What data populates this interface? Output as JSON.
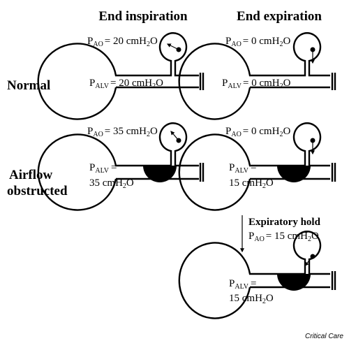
{
  "headers": {
    "inspiration": "End inspiration",
    "expiration": "End expiration"
  },
  "rows": {
    "normal": "Normal",
    "obstructed_1": "Airflow",
    "obstructed_2": "obstructed"
  },
  "pressure_symbol": "P",
  "sub_ao": "AO",
  "sub_alv": "ALV",
  "unit_main": "cmH",
  "unit_sub": "2",
  "unit_end": "O",
  "panels": {
    "normal_insp": {
      "pao": "= 20 ",
      "palv": "= 20 "
    },
    "normal_exp": {
      "pao": "= 0 ",
      "palv": "= 0 "
    },
    "obst_insp": {
      "pao": "= 35 ",
      "palv_eq": "=",
      "palv_val": "35 "
    },
    "obst_exp": {
      "pao": "= 0 ",
      "palv_eq": "=",
      "palv_val": "15 "
    },
    "hold": {
      "title": "Expiratory hold",
      "pao": "= 15 ",
      "palv_eq": "=",
      "palv_val": "15 "
    }
  },
  "credit": "Critical Care"
}
